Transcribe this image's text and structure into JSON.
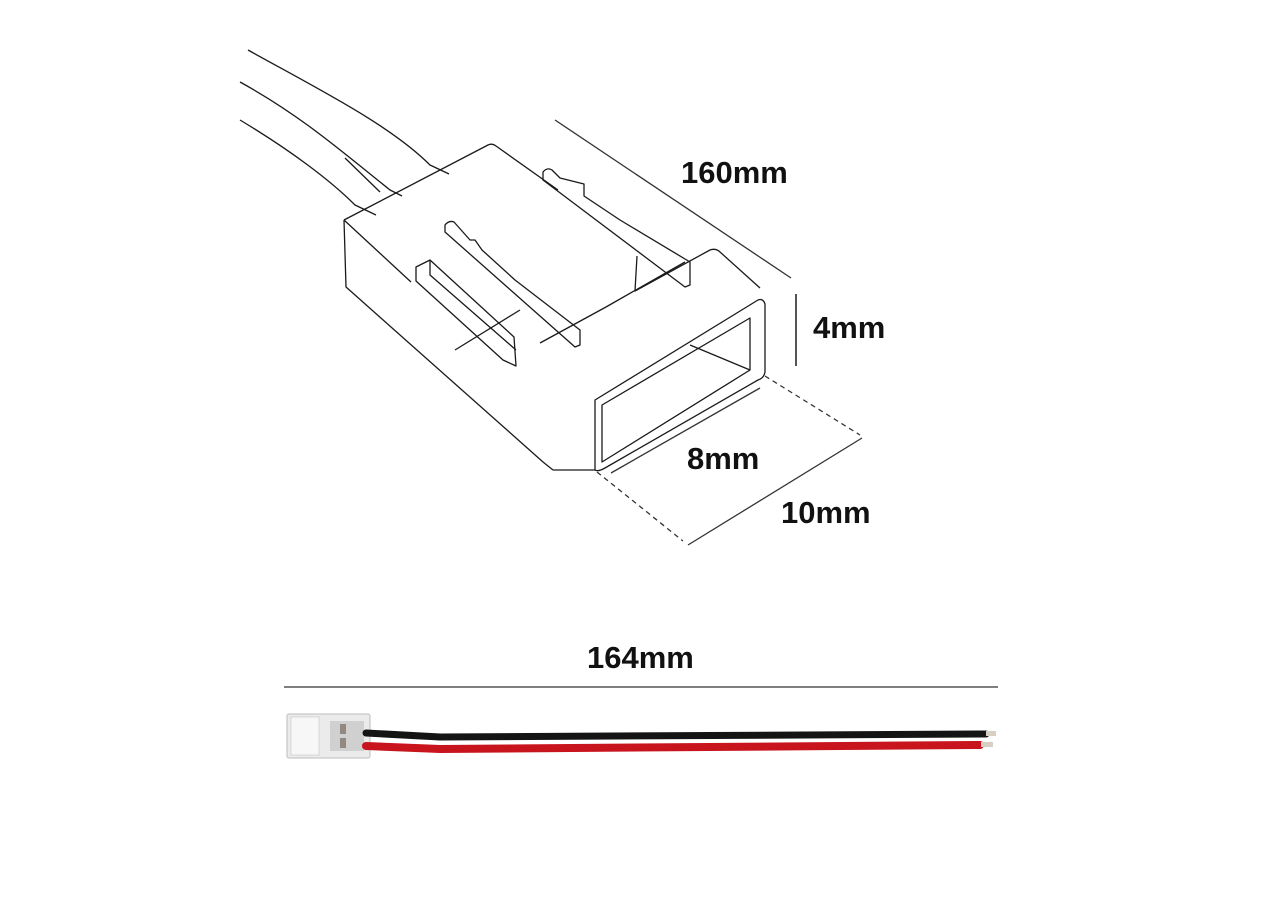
{
  "diagram": {
    "type": "technical-dimension-drawing",
    "subject": "LED strip solderless connector with pigtail cable",
    "dimensions": {
      "length": "160mm",
      "height": "4mm",
      "inner_width": "8mm",
      "outer_width": "10mm",
      "cable_length": "164mm"
    },
    "colors": {
      "background": "#ffffff",
      "line": "#1a1a1a",
      "dimension_line": "#333333",
      "wire_red": "#c8141c",
      "wire_black": "#141414",
      "connector_body": "#e8e8e8"
    }
  }
}
